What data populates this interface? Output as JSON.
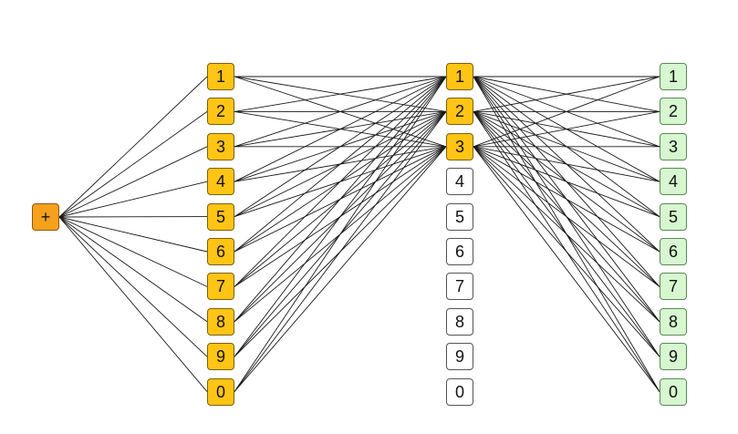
{
  "diagram": {
    "source": {
      "label": "+"
    },
    "layer_a": [
      "1",
      "2",
      "3",
      "4",
      "5",
      "6",
      "7",
      "8",
      "9",
      "0"
    ],
    "layer_b": [
      "1",
      "2",
      "3",
      "4",
      "5",
      "6",
      "7",
      "8",
      "9",
      "0"
    ],
    "layer_b_active": [
      "1",
      "2",
      "3"
    ],
    "layer_c": [
      "1",
      "2",
      "3",
      "4",
      "5",
      "6",
      "7",
      "8",
      "9",
      "0"
    ],
    "connections": {
      "source_to_layer_a": "all",
      "layer_a_to_layer_b_active": "all",
      "layer_b_active_to_layer_c": "all"
    },
    "colors": {
      "source": "#f5a11c",
      "active_node": "#ffc414",
      "inactive_node": "#ffffff",
      "output_node": "#d6f7cf",
      "edge": "#1a1a1a"
    }
  }
}
